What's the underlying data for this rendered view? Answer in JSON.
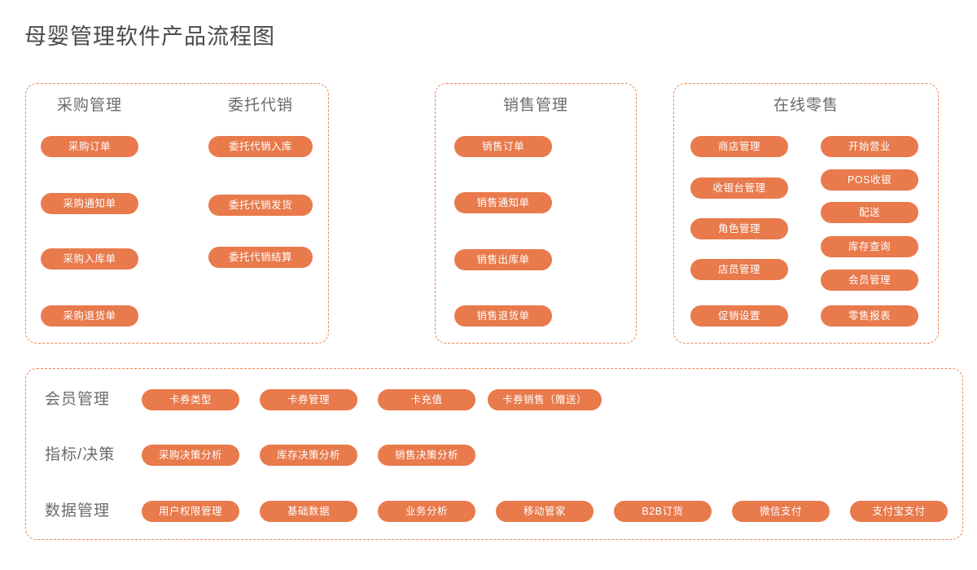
{
  "title": "母婴管理软件产品流程图",
  "theme": {
    "pill_color": "#e87a4c",
    "panel_border_color": "#ef8350",
    "heading_color": "#6b6b6b",
    "title_color": "#4a4a4a",
    "background": "#ffffff"
  },
  "panels": {
    "purchasing": {
      "columns": [
        {
          "heading": "采购管理",
          "items": [
            "采购订单",
            "采购通知单",
            "采购入库单",
            "采购退货单"
          ]
        },
        {
          "heading": "委托代销",
          "items": [
            "委托代销入库",
            "委托代销发货",
            "委托代销结算"
          ]
        }
      ]
    },
    "sales": {
      "columns": [
        {
          "heading": "销售管理",
          "items": [
            "销售订单",
            "销售通知单",
            "销售出库单",
            "销售退货单"
          ]
        }
      ]
    },
    "retail": {
      "heading": "在线零售",
      "columns": [
        {
          "items": [
            "商店管理",
            "收银台管理",
            "角色管理",
            "店员管理",
            "促销设置"
          ]
        },
        {
          "items": [
            "开始营业",
            "POS收银",
            "配送",
            "库存查询",
            "会员管理",
            "零售报表"
          ]
        }
      ]
    },
    "platform": {
      "rows": [
        {
          "label": "会员管理",
          "items": [
            "卡券类型",
            "卡券管理",
            "卡充值",
            "卡券销售（赠送）"
          ]
        },
        {
          "label": "指标/决策",
          "items": [
            "采购决策分析",
            "库存决策分析",
            "销售决策分析"
          ]
        },
        {
          "label": "数据管理",
          "items": [
            "用户权限管理",
            "基础数据",
            "业务分析",
            "移动管家",
            "B2B订货",
            "微信支付",
            "支付宝支付"
          ]
        }
      ]
    }
  }
}
